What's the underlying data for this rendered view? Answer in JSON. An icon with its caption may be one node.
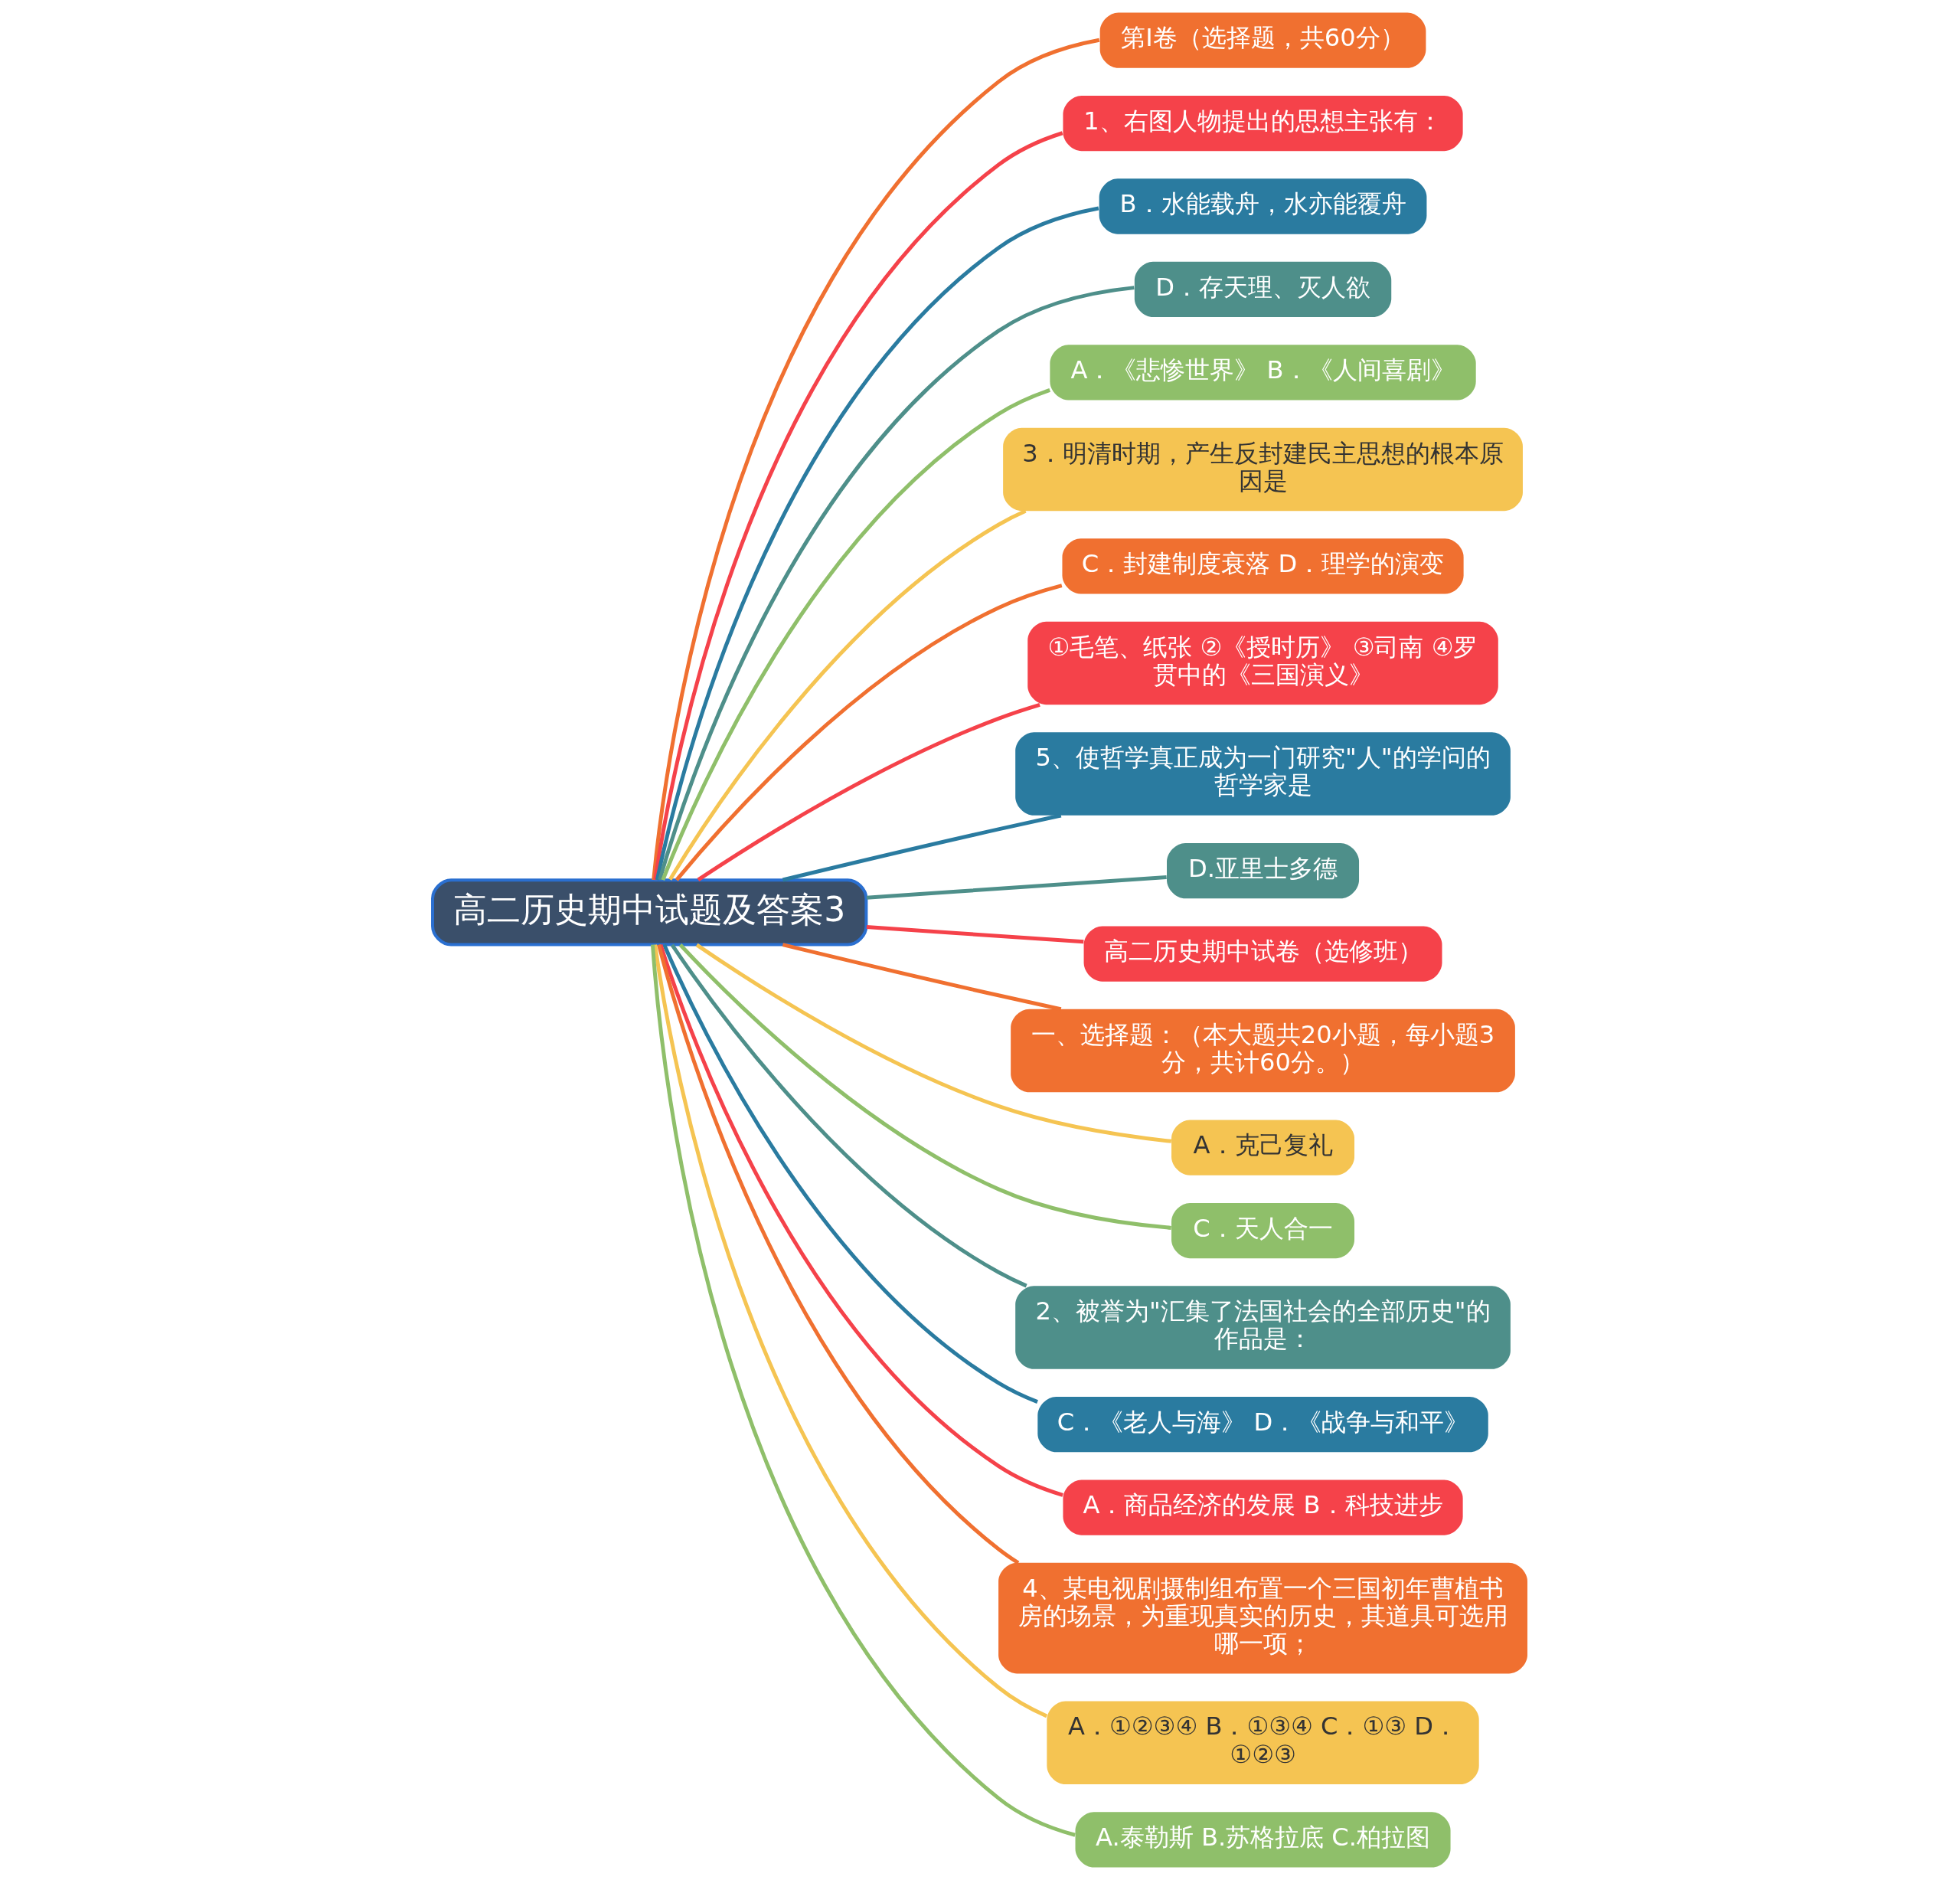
{
  "diagram": {
    "nodes": [
      {
        "text": [
          "高二历史期中试题及答案3"
        ]
      },
      {
        "text": [
          "第Ⅰ卷（选择题，共60分）"
        ]
      },
      {
        "text": [
          "1、右图人物提出的思想主张有："
        ]
      },
      {
        "text": [
          "B．水能载舟，水亦能覆舟"
        ]
      },
      {
        "text": [
          "D．存天理、灭人欲"
        ]
      },
      {
        "text": [
          "A．《悲惨世界》 B．《人间喜剧》"
        ]
      },
      {
        "text": [
          "3．明清时期，产生反封建民主思想的根本原因是"
        ]
      },
      {
        "text": [
          "C．封建制度衰落 D．理学的演变"
        ]
      },
      {
        "text": [
          "①毛笔、纸张 ②《授时历》 ③司南 ④罗贯中的《三国演义》"
        ]
      },
      {
        "text": [
          "5、使哲学真正成为一门研究\"人\"的学问的哲学家是"
        ]
      },
      {
        "text": [
          "D.亚里士多德"
        ]
      },
      {
        "text": [
          "高二历史期中试卷（选修班）"
        ]
      },
      {
        "text": [
          "一、选择题：（本大题共20小题，每小题3分，共计60分。）"
        ]
      },
      {
        "text": [
          "A．克己复礼"
        ]
      },
      {
        "text": [
          "C．天人合一"
        ]
      },
      {
        "text": [
          "2、被誉为\"汇集了法国社会的全部历史\"的作品是："
        ]
      },
      {
        "text": [
          "C．《老人与海》 D．《战争与和平》"
        ]
      },
      {
        "text": [
          "A．商品经济的发展 B．科技进步"
        ]
      },
      {
        "text": [
          "4、某电视剧摄制组布置一个三国初年曹植书房的场景，为重现真实的历史，其道具可选用哪一项；"
        ]
      },
      {
        "text": [
          "A．①②③④ B．①③④ C．①③ D．①②③"
        ]
      },
      {
        "text": [
          "A.泰勒斯 B.苏格拉底 C.柏拉图"
        ]
      }
    ],
    "edges": [
      {
        "from": 0,
        "to": 1,
        "arrow": "none",
        "color": "#f07030"
      },
      {
        "from": 0,
        "to": 2,
        "arrow": "none",
        "color": "#f5424a"
      },
      {
        "from": 0,
        "to": 3,
        "arrow": "none",
        "color": "#2a7ba0"
      },
      {
        "from": 0,
        "to": 4,
        "arrow": "none",
        "color": "#4e8f8a"
      },
      {
        "from": 0,
        "to": 5,
        "arrow": "none",
        "color": "#8fbf6a"
      },
      {
        "from": 0,
        "to": 6,
        "arrow": "none",
        "color": "#f5c452"
      },
      {
        "from": 0,
        "to": 7,
        "arrow": "none",
        "color": "#f07030"
      },
      {
        "from": 0,
        "to": 8,
        "arrow": "none",
        "color": "#f5424a"
      },
      {
        "from": 0,
        "to": 9,
        "arrow": "none",
        "color": "#2a7ba0"
      },
      {
        "from": 0,
        "to": 10,
        "arrow": "none",
        "color": "#4e8f8a"
      },
      {
        "from": 0,
        "to": 11,
        "arrow": "none",
        "color": "#f5424a"
      },
      {
        "from": 0,
        "to": 12,
        "arrow": "none",
        "color": "#f07030"
      },
      {
        "from": 0,
        "to": 13,
        "arrow": "none",
        "color": "#f5c452"
      },
      {
        "from": 0,
        "to": 14,
        "arrow": "none",
        "color": "#8fbf6a"
      },
      {
        "from": 0,
        "to": 15,
        "arrow": "none",
        "color": "#4e8f8a"
      },
      {
        "from": 0,
        "to": 16,
        "arrow": "none",
        "color": "#2a7ba0"
      },
      {
        "from": 0,
        "to": 17,
        "arrow": "none",
        "color": "#f5424a"
      },
      {
        "from": 0,
        "to": 18,
        "arrow": "none",
        "color": "#f07030"
      },
      {
        "from": 0,
        "to": 19,
        "arrow": "none",
        "color": "#f5c452"
      },
      {
        "from": 0,
        "to": 20,
        "arrow": "none",
        "color": "#8fbf6a"
      }
    ]
  }
}
